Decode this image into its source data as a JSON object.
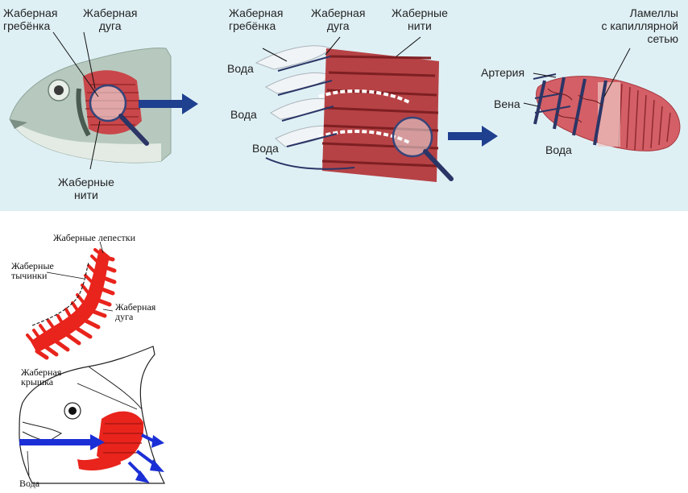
{
  "colors": {
    "panel_bg": "#dff0f5",
    "muscle_red": "#c9474a",
    "arrow_blue": "#1f3f8f",
    "bright_red": "#e8241c",
    "water_blue": "#1b2fd6"
  },
  "top": {
    "fish_labels": {
      "gill_raker": [
        "Жаберная",
        "гребёнка"
      ],
      "gill_arch": [
        "Жаберная",
        "дуга"
      ],
      "gill_filaments": [
        "Жаберные",
        "нити"
      ]
    },
    "detail_labels": {
      "gill_raker": [
        "Жаберная",
        "гребёнка"
      ],
      "gill_arch": [
        "Жаберная",
        "дуга"
      ],
      "gill_filaments": [
        "Жаберные",
        "нити"
      ],
      "water_1": "Вода",
      "water_2": "Вода",
      "water_3": "Вода"
    },
    "lamella_labels": {
      "lamellae": [
        "Ламеллы",
        "с капиллярной",
        "сетью"
      ],
      "artery": "Артерия",
      "vein": "Вена",
      "water": "Вода"
    }
  },
  "bottom": {
    "arch_labels": {
      "gill_petals": "Жаберные лепестки",
      "gill_rakers": [
        "Жаберные",
        "тычинки"
      ],
      "gill_arch": [
        "Жаберная",
        "дуга"
      ]
    },
    "head_labels": {
      "operculum": [
        "Жаберная",
        "крышка"
      ],
      "water": "Вода"
    }
  }
}
